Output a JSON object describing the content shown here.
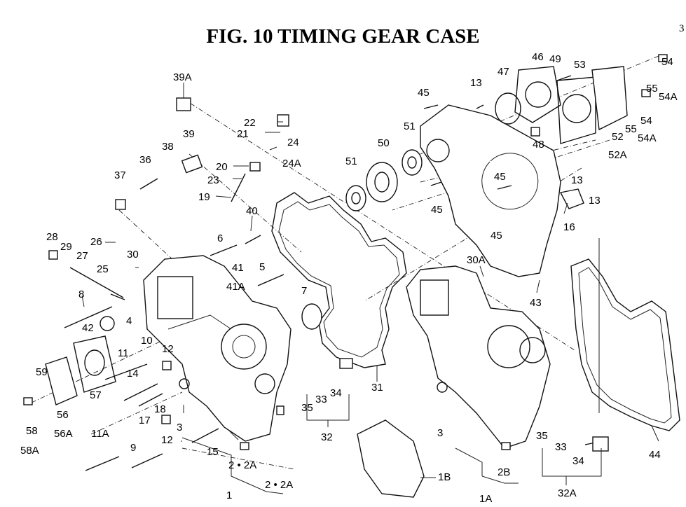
{
  "title": "FIG. 10  TIMING GEAR CASE",
  "edge_mark": "3",
  "callouts": [
    "39A",
    "22",
    "21",
    "24",
    "24A",
    "39",
    "38",
    "36",
    "37",
    "20",
    "23",
    "19",
    "40",
    "28",
    "29",
    "26",
    "27",
    "30",
    "6",
    "25",
    "41",
    "41A",
    "5",
    "8",
    "42",
    "4",
    "10",
    "11",
    "12",
    "59",
    "57",
    "14",
    "56",
    "56A",
    "17",
    "18",
    "58",
    "58A",
    "11A",
    "9",
    "12",
    "15",
    "3",
    "2 • 2A",
    "2 • 2A",
    "1",
    "7",
    "35",
    "33",
    "34",
    "32",
    "31",
    "45",
    "13",
    "47",
    "46",
    "49",
    "53",
    "54",
    "54A",
    "55",
    "54",
    "54A",
    "55",
    "52",
    "52A",
    "50",
    "51",
    "51",
    "48",
    "45",
    "13",
    "13",
    "16",
    "45",
    "45",
    "43",
    "30A",
    "3",
    "35",
    "33",
    "34",
    "32A",
    "1A",
    "2B",
    "1B",
    "44"
  ]
}
